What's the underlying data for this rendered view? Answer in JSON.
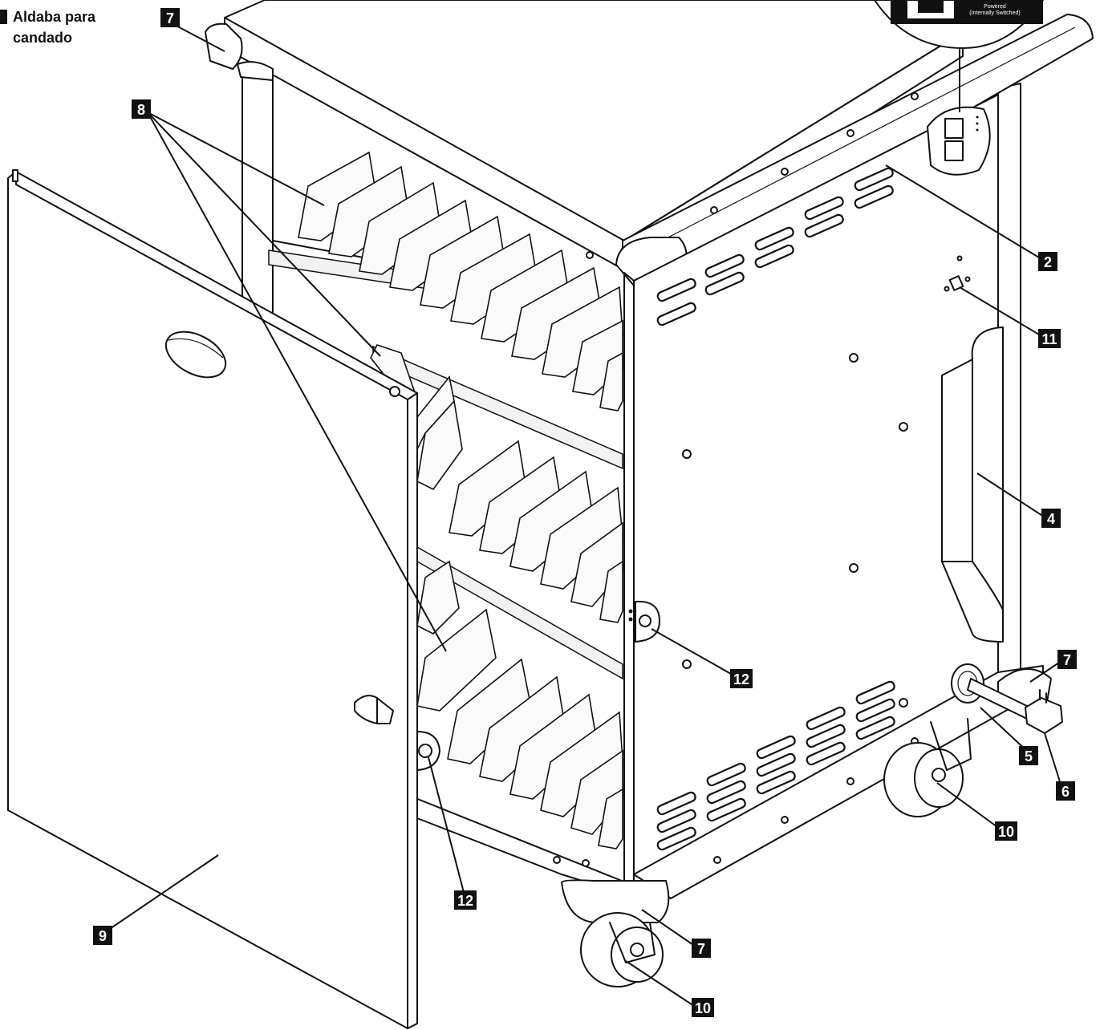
{
  "caption": {
    "line1": "Aldaba para",
    "line2": "candado"
  },
  "inset": {
    "line1": "Powered",
    "line2": "(Internally Switched)"
  },
  "callouts": [
    {
      "id": "c7a",
      "label": "7"
    },
    {
      "id": "c8",
      "label": "8"
    },
    {
      "id": "c2",
      "label": "2"
    },
    {
      "id": "c11",
      "label": "11"
    },
    {
      "id": "c4",
      "label": "4"
    },
    {
      "id": "c12a",
      "label": "12"
    },
    {
      "id": "c7b",
      "label": "7"
    },
    {
      "id": "c5",
      "label": "5"
    },
    {
      "id": "c6",
      "label": "6"
    },
    {
      "id": "c10a",
      "label": "10"
    },
    {
      "id": "c12b",
      "label": "12"
    },
    {
      "id": "c9",
      "label": "9"
    },
    {
      "id": "c7c",
      "label": "7"
    },
    {
      "id": "c10b",
      "label": "10"
    }
  ],
  "colors": {
    "ink": "#111111",
    "paper": "#ffffff"
  }
}
